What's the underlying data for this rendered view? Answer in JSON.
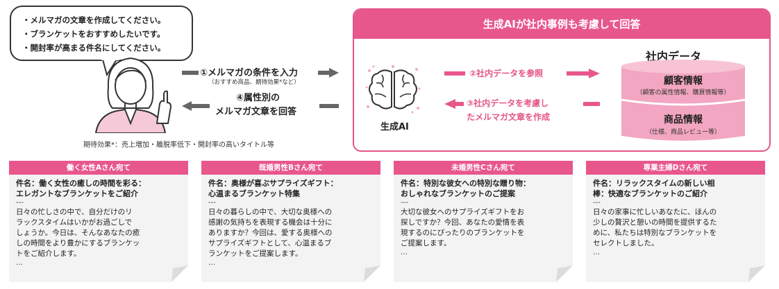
{
  "bubble": {
    "lines": [
      "・メルマガの文章を作成してください。",
      "・ブランケットをおすすめしたいです。",
      "・開封率が高まる件名にしてください。"
    ]
  },
  "left_flow": {
    "step1": "①メルマガの条件を入力",
    "step1_note": "（おすすめ商品、期待効果*など）",
    "step4_line1": "④属性別の",
    "step4_line2": "メルマガ文章を回答"
  },
  "footnote": "期待効果*：売上増加・離脱率低下・開封率の高いタイトル等",
  "panel": {
    "header": "生成AIが社内事例も考慮して回答",
    "ai_label": "生成AI",
    "step2": "②社内データを参照",
    "step3_line1": "③社内データを考慮し",
    "step3_line2": "たメルマガ文章を作成",
    "db_title": "社内データ",
    "db_items": [
      {
        "title": "顧客情報",
        "sub": "（顧客の属性情報、購買情報等）"
      },
      {
        "title": "商品情報",
        "sub": "（仕様、商品レビュー等）"
      }
    ]
  },
  "colors": {
    "accent": "#e8578b",
    "arrow": "#666666",
    "db_fill": "#f3a6c1"
  },
  "cards": [
    {
      "head": "働く女性Aさん宛て",
      "subject": [
        "件名：働く女性の癒しの時間を彩る：",
        "エレガントなブランケットをご紹介"
      ],
      "sep": "---",
      "body": [
        "日々の忙しさの中で、自分だけのリ",
        "ラックスタイムはいかがお過ごしで",
        "しょうか。今日は、そんなあなたの癒",
        "しの時間をより豊かにするブランケッ",
        "トをご紹介します。"
      ],
      "ellipsis": "…"
    },
    {
      "head": "既婚男性Bさん宛て",
      "subject": [
        "件名：奥様が喜ぶサプライズギフト：",
        "心温まるブランケット特集"
      ],
      "sep": "---",
      "body": [
        "日々の暮らしの中で、大切な奥様への",
        "感謝の気持ちを表現する機会は十分に",
        "ありますか？今回は、愛する奥様への",
        "サプライズギフトとして、心温まるブ",
        "ランケットをご提案します。"
      ],
      "ellipsis": "…"
    },
    {
      "head": "未婚男性Cさん宛て",
      "subject": [
        "件名：特別な彼女への特別な贈り物：",
        "おしゃれなブランケットのご提案"
      ],
      "sep": "---",
      "body": [
        "大切な彼女へのサプライズギフトをお",
        "探しですか？今回、あなたの愛情を表",
        "現するのにぴったりのブランケットを",
        "ご提案します。"
      ],
      "ellipsis": "…"
    },
    {
      "head": "専業主婦Dさん宛て",
      "subject": [
        "件名：リラックスタイムの新しい相",
        "棒：快適なブランケットのご紹介"
      ],
      "sep": "---",
      "body": [
        "日々の家事に忙しいあなたに、ほんの",
        "少しの贅沢と憩いの時間を提供するた",
        "めに、私たちは特別なブランケットを",
        "セレクトしました。"
      ],
      "ellipsis": "…"
    }
  ]
}
